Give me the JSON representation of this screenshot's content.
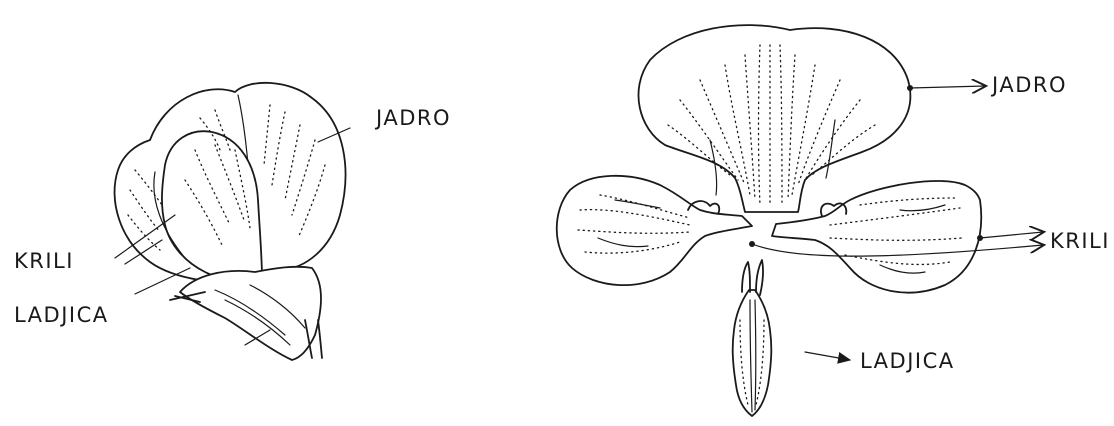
{
  "left_flower": {
    "labels": {
      "standard": "JADRO",
      "wings": "KRILI",
      "keel": "LADJICA"
    }
  },
  "right_flower": {
    "labels": {
      "standard": "JADRO",
      "wings": "KRILI",
      "keel": "LADJICA"
    }
  }
}
